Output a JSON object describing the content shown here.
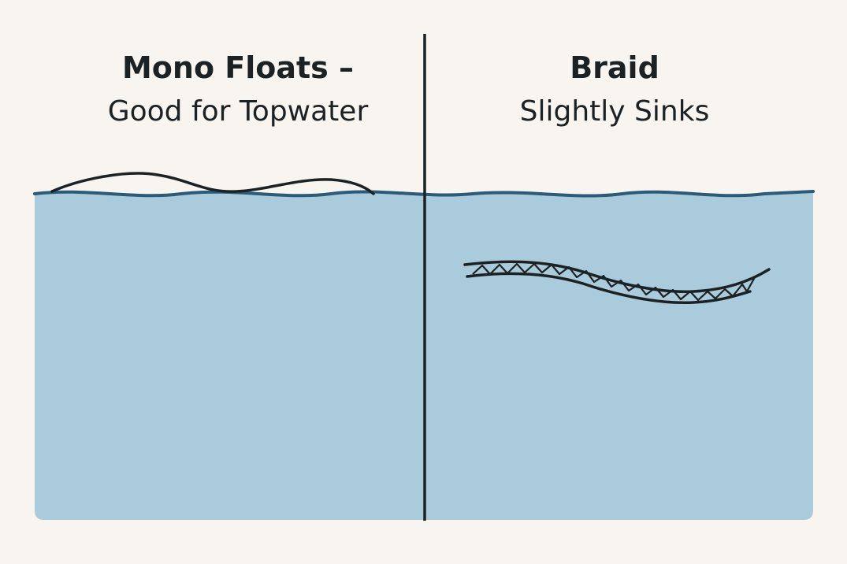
{
  "left_panel": {
    "title_line1": "Mono Floats –",
    "title_line2": "Good for Topwater",
    "line_type": "monofilament",
    "behavior": "floats on surface"
  },
  "right_panel": {
    "title_line1": "Braid",
    "title_line2": "Slightly Sinks",
    "line_type": "braid",
    "behavior": "sinks slightly below surface"
  },
  "colors": {
    "background": "#f8f5f1",
    "water": "#a9cbdb",
    "water_surface": "#2c5b7a",
    "line": "#1c2123",
    "text": "#1c2123"
  }
}
